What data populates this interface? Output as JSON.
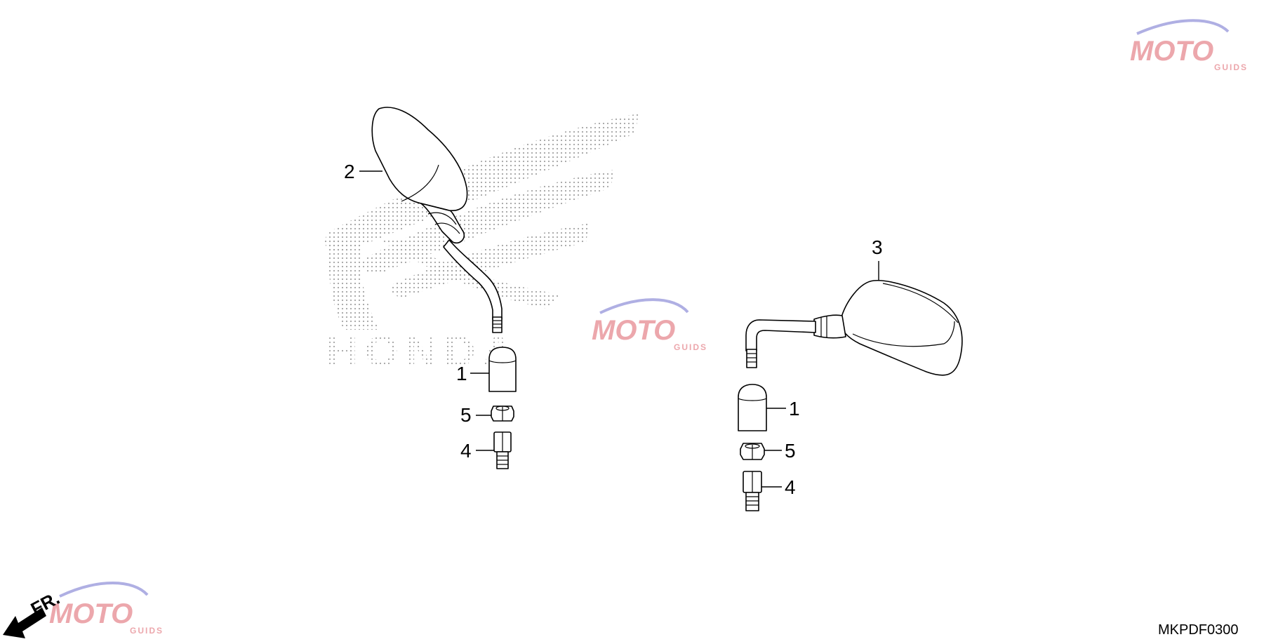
{
  "diagram": {
    "part_code": "MKPDF0300",
    "front_indicator": "FR.",
    "callouts": {
      "left_mirror": "2",
      "right_mirror": "3",
      "left_cover": "1",
      "left_nut": "5",
      "left_adapter": "4",
      "right_cover": "1",
      "right_nut": "5",
      "right_adapter": "4"
    },
    "brand_watermark": "HONDA",
    "site_watermark": {
      "word": "MOTO",
      "sub": "GUIDS"
    }
  },
  "colors": {
    "line": "#000000",
    "watermark_red": "#e4828a",
    "watermark_gray": "#bdbdbd",
    "watermark_blue": "#8e8ed8"
  }
}
